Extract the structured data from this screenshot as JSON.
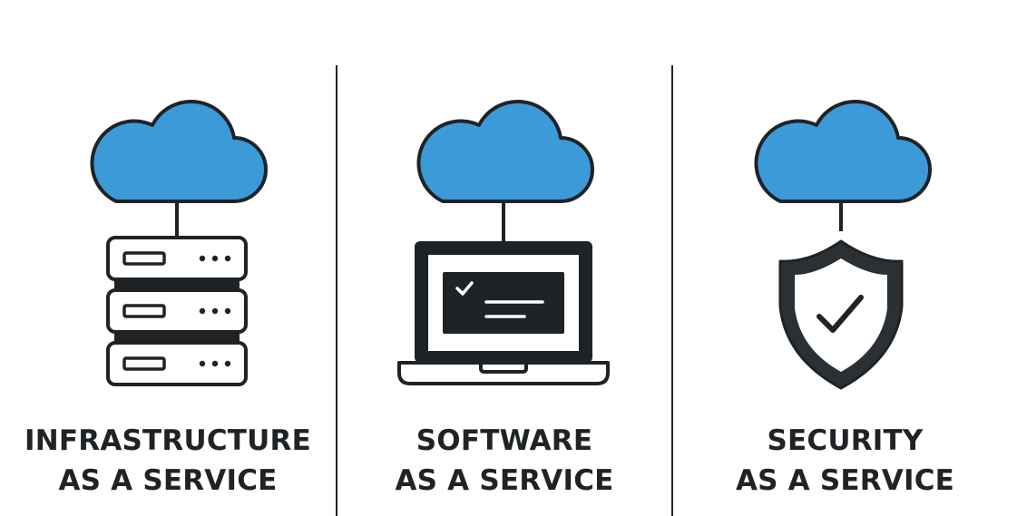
{
  "colors": {
    "cloud_fill": "#3d9ad8",
    "outline": "#1f2326",
    "background": "#ffffff"
  },
  "panels": [
    {
      "icons": [
        "cloud-icon",
        "server-rack-icon"
      ],
      "label_line1": "INFRASTRUCTURE",
      "label_line2": "AS A SERVICE"
    },
    {
      "icons": [
        "cloud-icon",
        "laptop-icon",
        "check-icon"
      ],
      "label_line1": "SOFTWARE",
      "label_line2": "AS A SERVICE"
    },
    {
      "icons": [
        "cloud-icon",
        "shield-icon",
        "check-icon"
      ],
      "label_line1": "SECURITY",
      "label_line2": "AS A SERVICE"
    }
  ]
}
